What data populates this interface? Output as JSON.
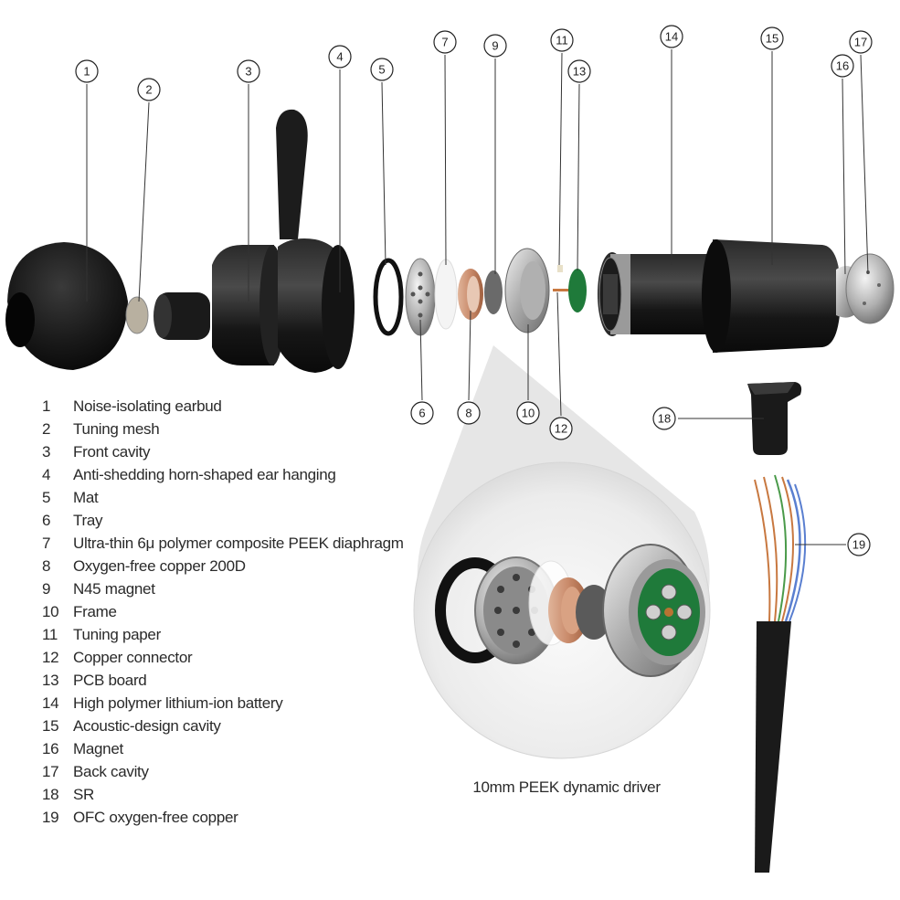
{
  "parts": [
    {
      "num": "1",
      "label": "Noise-isolating earbud"
    },
    {
      "num": "2",
      "label": "Tuning mesh"
    },
    {
      "num": "3",
      "label": "Front cavity"
    },
    {
      "num": "4",
      "label": "Anti-shedding horn-shaped ear hanging"
    },
    {
      "num": "5",
      "label": "Mat"
    },
    {
      "num": "6",
      "label": "Tray"
    },
    {
      "num": "7",
      "label": "Ultra-thin 6μ polymer composite PEEK diaphragm"
    },
    {
      "num": "8",
      "label": "Oxygen-free copper 200D"
    },
    {
      "num": "9",
      "label": "N45 magnet"
    },
    {
      "num": "10",
      "label": "Frame"
    },
    {
      "num": "11",
      "label": "Tuning paper"
    },
    {
      "num": "12",
      "label": "Copper connector"
    },
    {
      "num": "13",
      "label": "PCB board"
    },
    {
      "num": "14",
      "label": "High polymer lithium-ion battery"
    },
    {
      "num": "15",
      "label": "Acoustic-design cavity"
    },
    {
      "num": "16",
      "label": "Magnet"
    },
    {
      "num": "17",
      "label": "Back cavity"
    },
    {
      "num": "18",
      "label": "SR"
    },
    {
      "num": "19",
      "label": "OFC oxygen-free copper"
    }
  ],
  "callouts": [
    "1",
    "2",
    "3",
    "4",
    "5",
    "6",
    "7",
    "8",
    "9",
    "10",
    "11",
    "12",
    "13",
    "14",
    "15",
    "16",
    "17",
    "18",
    "19"
  ],
  "driver_caption": "10mm PEEK dynamic driver",
  "colors": {
    "rubber": "#1a1a1a",
    "metal": "#c8c8c8",
    "copper": "#c98a6a",
    "pcb": "#1f7a3a",
    "wire_blue": "#5a7fd0",
    "wire_green": "#4a9a4a",
    "wire_copper": "#c87840"
  }
}
